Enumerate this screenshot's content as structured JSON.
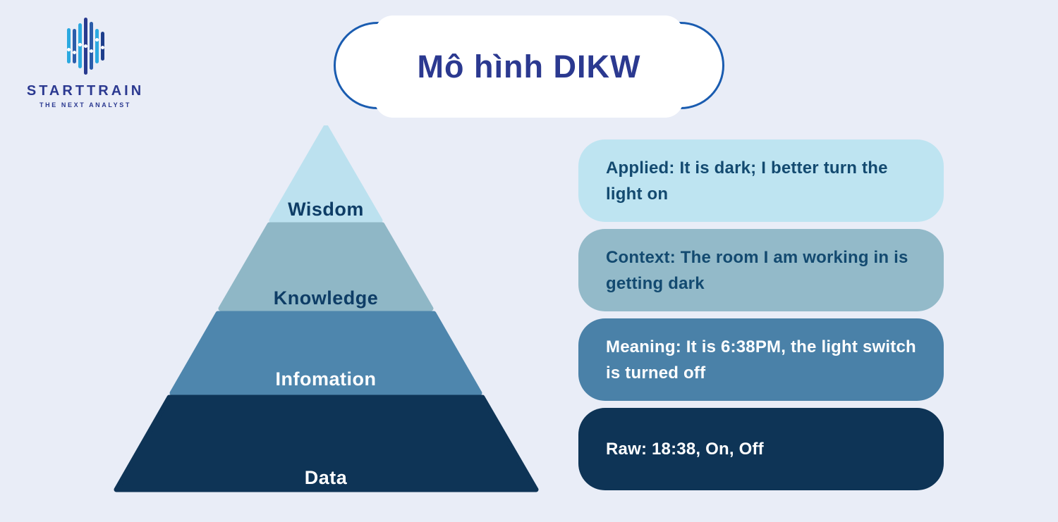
{
  "background": "#E9EDF7",
  "logo": {
    "brand": "STARTTRAIN",
    "tagline": "THE NEXT ANALYST",
    "text_color": "#2B3990",
    "bars": [
      {
        "color": "#2BA9E0",
        "height": 50,
        "dot": 55
      },
      {
        "color": "#2A5CAA",
        "height": 49,
        "dot": 64
      },
      {
        "color": "#2BA9E0",
        "height": 64,
        "dot": 44
      },
      {
        "color": "#283A8F",
        "height": 81,
        "dot": 47
      },
      {
        "color": "#2A5CAA",
        "height": 68,
        "dot": 58
      },
      {
        "color": "#2BA9E0",
        "height": 49,
        "dot": 28
      },
      {
        "color": "#1D3E8C",
        "height": 41,
        "dot": 50
      }
    ]
  },
  "title": {
    "text": "Mô hình DIKW",
    "text_color": "#2B3990",
    "outline_color": "#1A5CB0"
  },
  "pyramid": {
    "layers": [
      {
        "label": "Wisdom",
        "color": "#BCE1EF",
        "label_color": "#0E3D66"
      },
      {
        "label": "Knowledge",
        "color": "#8FB7C6",
        "label_color": "#0E3D66"
      },
      {
        "label": "Infomation",
        "color": "#4E86AD",
        "label_color": "#FFFFFF"
      },
      {
        "label": "Data",
        "color": "#0E3456",
        "label_color": "#FFFFFF"
      }
    ]
  },
  "annotations": {
    "items": [
      {
        "text": "Applied: It is dark; I better turn the light on",
        "bg": "#BEE4F1",
        "color": "#134A70"
      },
      {
        "text": "Context: The room I am working in is getting dark",
        "bg": "#93BAC9",
        "color": "#134A70"
      },
      {
        "text": "Meaning: It is 6:38PM, the light switch is turned off",
        "bg": "#4A81A8",
        "color": "#FFFFFF"
      },
      {
        "text": "Raw: 18:38, On, Off",
        "bg": "#0E3456",
        "color": "#FFFFFF"
      }
    ]
  }
}
